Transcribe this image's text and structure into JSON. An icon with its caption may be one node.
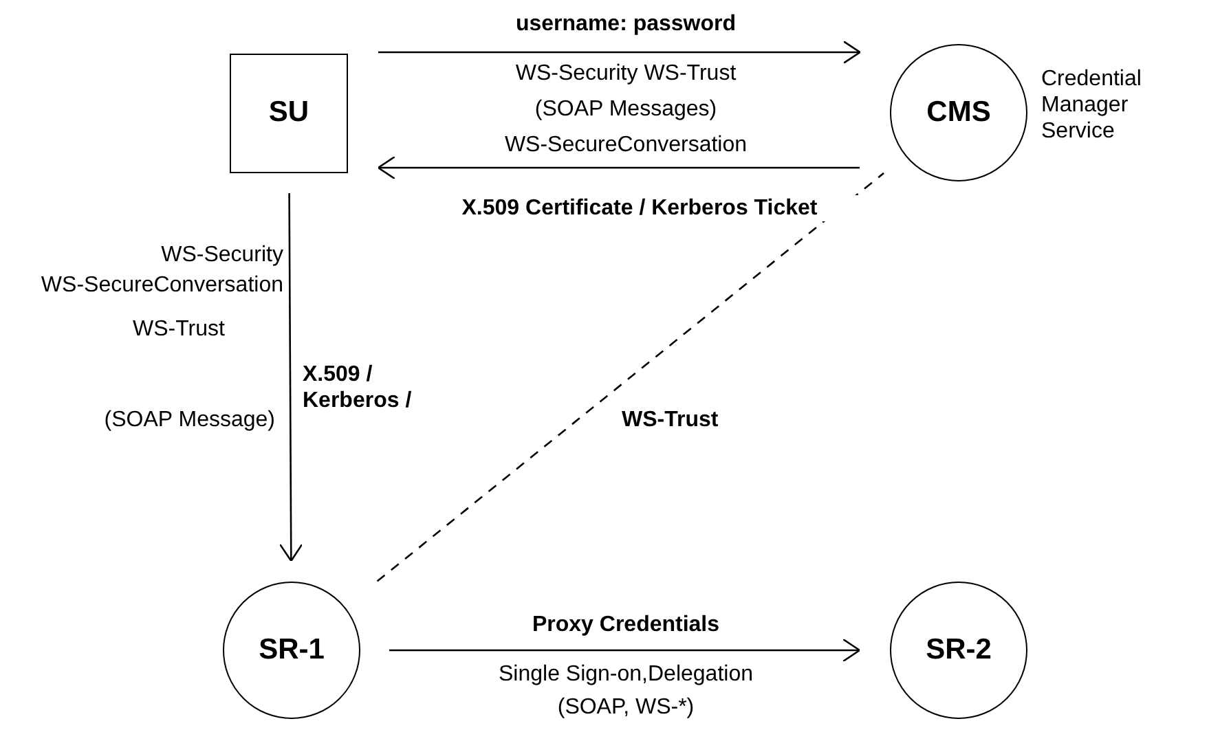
{
  "diagram": {
    "nodes": [
      {
        "text": [
          "SU"
        ]
      },
      {
        "text": [
          "CMS"
        ],
        "beside": [
          "Credential Manager Service"
        ]
      },
      {
        "text": [
          "SR-1"
        ]
      },
      {
        "text": [
          "SR-2"
        ]
      }
    ],
    "edges": [
      {
        "from": 0,
        "to": 1,
        "arrow": "to",
        "label": "username: password"
      },
      {
        "from": 1,
        "to": 0,
        "arrow": "to",
        "label": "X.509 Certificate / Kerberos Ticket"
      },
      {
        "from": 0,
        "to": 2,
        "arrow": "to",
        "label": "X.509 / Kerberos /"
      },
      {
        "from": 2,
        "to": 1,
        "arrow": "none",
        "label": "WS-Trust",
        "style": "dashed"
      },
      {
        "from": 2,
        "to": 3,
        "arrow": "to",
        "label": "Proxy Credentials"
      }
    ],
    "labels": [
      "WS-Security WS-Trust",
      "(SOAP Messages)",
      "WS-SecureConversation",
      "WS-Security",
      "WS-SecureConversation",
      "WS-Trust",
      "(SOAP Message)",
      "Single Sign-on,Delegation",
      "(SOAP, WS-*)"
    ]
  }
}
